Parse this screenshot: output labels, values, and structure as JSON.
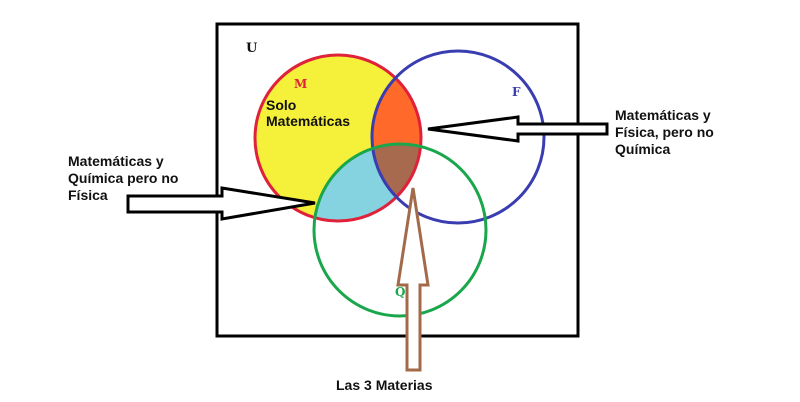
{
  "diagram": {
    "universe_label": "U",
    "sets": {
      "m": {
        "label": "M",
        "fill": "#f5f03a",
        "stroke": "#e0213a"
      },
      "f": {
        "label": "F",
        "fill": "none",
        "stroke": "#3a3db0"
      },
      "q": {
        "label": "Q",
        "fill": "none",
        "stroke": "#1aa64b"
      }
    },
    "regions": {
      "only_m_text": [
        "Solo",
        "Matemáticas"
      ],
      "mf_fill": "#ff6a2b",
      "mq_fill": "#85d2e0",
      "mfq_fill": "#a86a4e"
    },
    "annotations": {
      "mf_not_q": [
        "Matemáticas y",
        "Física, pero no",
        "Química"
      ],
      "mq_not_f": [
        "Matemáticas y",
        "Química pero no",
        "Física"
      ],
      "all_three": "Las 3 Materias"
    },
    "colors": {
      "universe_border": "#000000",
      "arrow_black": "#000000",
      "arrow_brown": "#a36a4a",
      "text": "#111111"
    }
  }
}
